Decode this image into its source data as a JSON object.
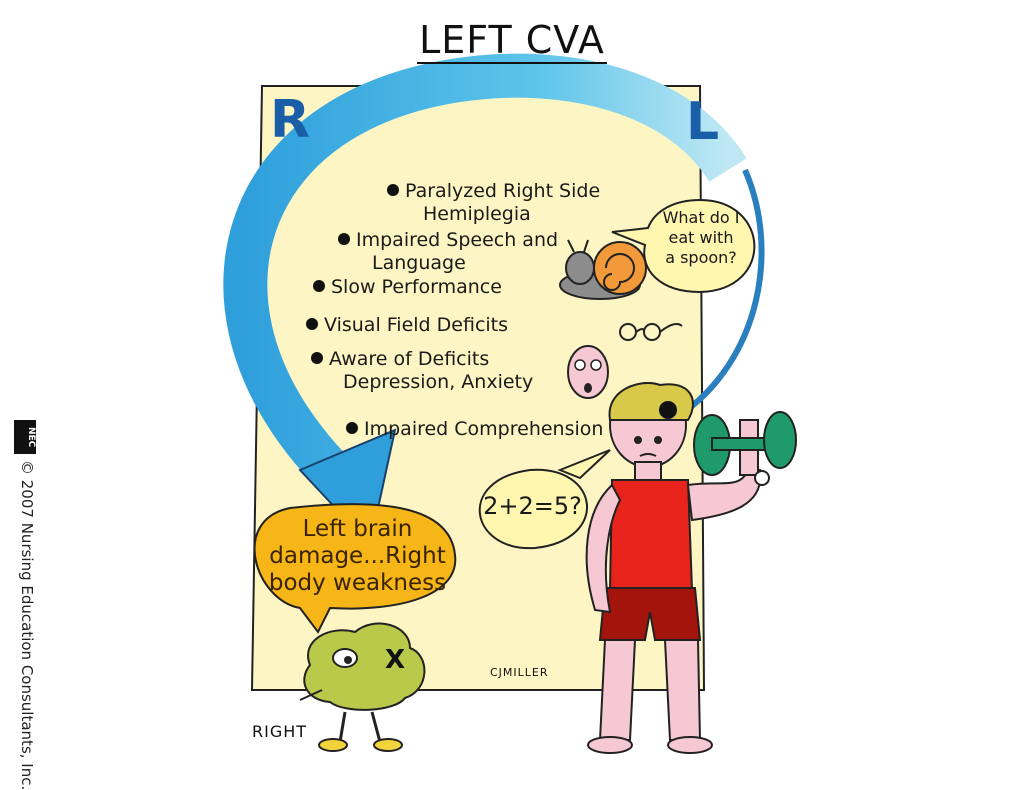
{
  "title": "LEFT CVA",
  "side_labels": {
    "right": "R",
    "left": "L"
  },
  "deficits": [
    {
      "label": "Paralyzed Right Side",
      "sub": "Hemiplegia"
    },
    {
      "label": "Impaired Speech and",
      "sub": "Language"
    },
    {
      "label": "Slow Performance",
      "sub": ""
    },
    {
      "label": "Visual Field Deficits",
      "sub": ""
    },
    {
      "label": "Aware of Deficits",
      "sub": "Depression, Anxiety"
    },
    {
      "label": "Impaired Comprehension",
      "sub": ""
    }
  ],
  "bubbles": {
    "spoon_line1": "What do I",
    "spoon_line2": "eat with",
    "spoon_line3": "a spoon?",
    "math": "2+2=5?",
    "damage_line1": "Left brain",
    "damage_line2": "damage...Right",
    "damage_line3": "body weakness"
  },
  "right_label": "RIGHT",
  "signature": "CJMILLER",
  "copyright": "© 2007 Nursing Education Consultants, Inc.",
  "logo_text": "NEC",
  "colors": {
    "panel": "#fdf6c4",
    "arrow": "#36a8e0",
    "bubble_yellow": "#fff6b0",
    "bubble_orange": "#f6b617",
    "brain": "#b9c94a",
    "shirt": "#e8231c",
    "shorts": "#a3140c",
    "skin": "#f6c8d3",
    "dumbbell": "#1f9a6a"
  }
}
